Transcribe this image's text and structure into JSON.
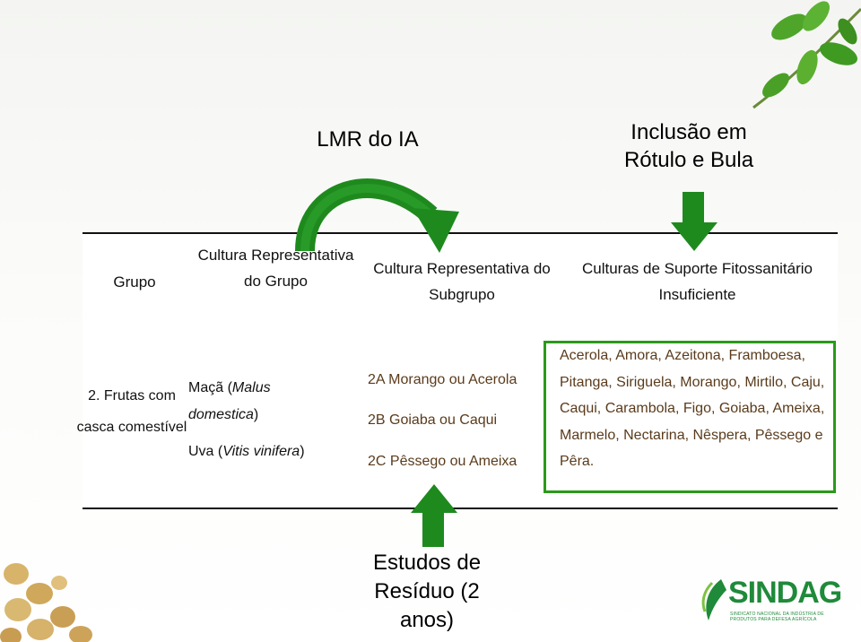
{
  "titles": {
    "lmr": "LMR do IA",
    "inclusao": "Inclusão em Rótulo e Bula",
    "estudos": "Estudos de Resíduo (2 anos)"
  },
  "table": {
    "headers": {
      "grupo": "Grupo",
      "cultura_grupo": "Cultura Representativa do Grupo",
      "cultura_subgrupo": "Cultura Representativa do Subgrupo",
      "suporte": "Culturas de Suporte Fitossanitário Insuficiente"
    },
    "row": {
      "grupo": "2. Frutas com casca comestível",
      "culturas": [
        {
          "common": "Maçã (",
          "sci": "Malus domestica",
          "end": ")"
        },
        {
          "common": "Uva (",
          "sci": "Vitis vinifera",
          "end": ")"
        }
      ],
      "subgrupos": [
        "2A Morango ou Acerola",
        "2B Goiaba ou Caqui",
        "2C Pêssego ou Ameixa"
      ],
      "suporte": "Acerola, Amora, Azeitona, Framboesa, Pitanga, Siriguela, Morango, Mirtilo, Caju, Caqui, Carambola, Figo, Goiaba, Ameixa, Marmelo, Nectarina, Nêspera, Pêssego e Pêra."
    }
  },
  "logo": {
    "name": "SINDAG",
    "tagline": "SINDICATO NACIONAL DA INDÚSTRIA DE PRODUTOS PARA DEFESA AGRÍCOLA"
  },
  "colors": {
    "arrow_green": "#1e8a1e",
    "box_green": "#2a9a1a",
    "brown_text": "#5a3b1b",
    "logo_green": "#1f8a3a"
  }
}
